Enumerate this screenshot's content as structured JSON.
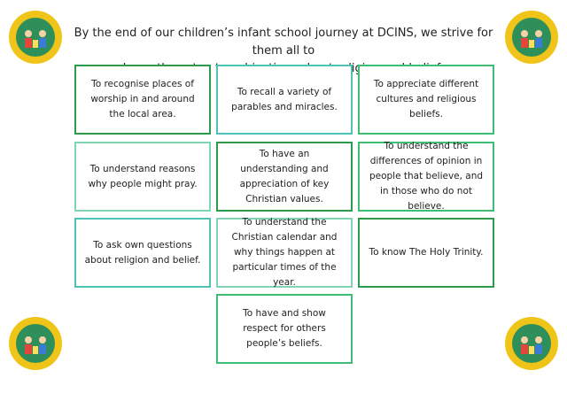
{
  "intro": {
    "line1": "By the end of our children’s infant school journey at DCINS,  we strive for them all to",
    "line2": "know these top ten objectives about religion and belief:"
  },
  "objectives": [
    {
      "text": "To recognise places of worship in and around the local area."
    },
    {
      "text": "To recall a variety of parables and miracles."
    },
    {
      "text": "To appreciate different cultures and religious beliefs."
    },
    {
      "text": "To understand reasons why people might pray."
    },
    {
      "text": "To have an understanding and appreciation of key Christian values."
    },
    {
      "text": "To understand the differences of opinion in people that believe, and in those who do not believe."
    },
    {
      "text": "To ask own questions about religion and belief."
    },
    {
      "text": "To understand the Christian calendar and why things happen at particular times of the year."
    },
    {
      "text": "To know The Holy Trinity."
    },
    {
      "text": "To have and show respect for others people’s beliefs."
    }
  ],
  "colors": {
    "border_dark": "#2e9a4c",
    "border_mid": "#3ebd74",
    "border_light": "#7fd6b3",
    "logo_ring": "#f0c419",
    "logo_inner": "#2f8f5b"
  },
  "logos": [
    "school-logo",
    "school-logo",
    "school-logo",
    "school-logo"
  ]
}
